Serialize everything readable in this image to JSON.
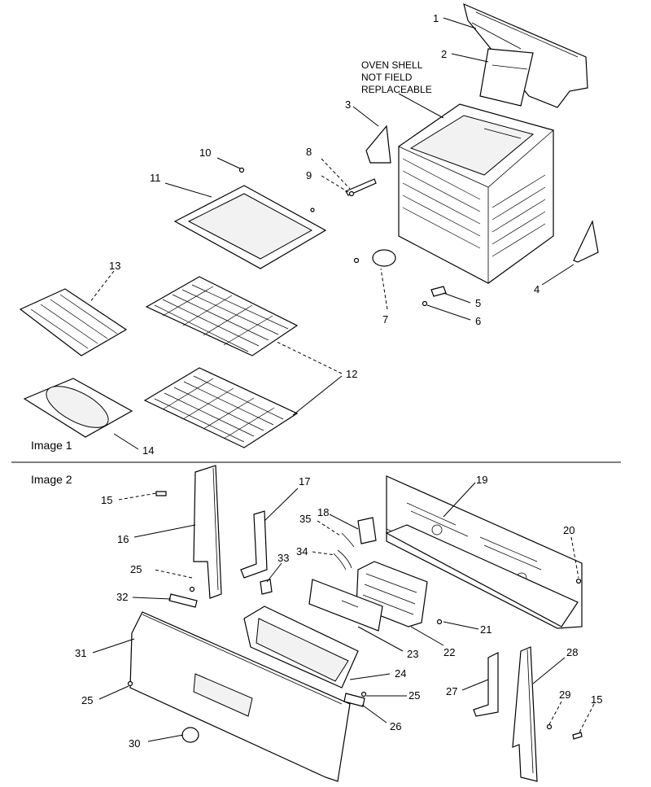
{
  "images": [
    {
      "caption": "Image 1"
    },
    {
      "caption": "Image 2"
    }
  ],
  "note": {
    "lines": [
      "OVEN SHELL",
      "NOT FIELD",
      "REPLACEABLE"
    ]
  },
  "callouts": {
    "c1": "1",
    "c2": "2",
    "c3": "3",
    "c4": "4",
    "c5": "5",
    "c6": "6",
    "c7": "7",
    "c8": "8",
    "c9": "9",
    "c10": "10",
    "c11": "11",
    "c12": "12",
    "c13": "13",
    "c14": "14",
    "c15a": "15",
    "c15b": "15",
    "c16": "16",
    "c17": "17",
    "c18": "18",
    "c19": "19",
    "c20": "20",
    "c21": "21",
    "c22": "22",
    "c23": "23",
    "c24": "24",
    "c25a": "25",
    "c25b": "25",
    "c25c": "25",
    "c26": "26",
    "c27": "27",
    "c28": "28",
    "c29": "29",
    "c30": "30",
    "c31": "31",
    "c32": "32",
    "c33": "33",
    "c34": "34",
    "c35": "35"
  }
}
